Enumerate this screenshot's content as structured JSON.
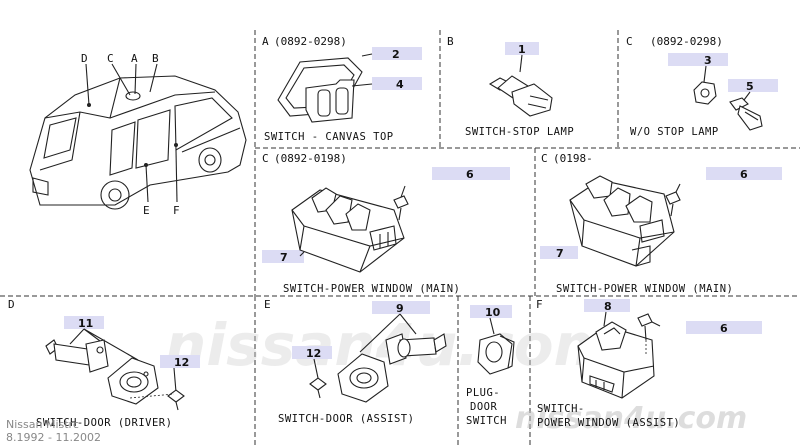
{
  "vehicle_labels": [
    "D",
    "C",
    "A",
    "B",
    "E",
    "F"
  ],
  "sections": {
    "A": {
      "letter": "A",
      "range": "(0892-0298)",
      "caption": "SWITCH - CANVAS TOP",
      "parts": [
        "2",
        "4"
      ]
    },
    "B": {
      "letter": "B",
      "caption": "SWITCH-STOP LAMP",
      "parts": [
        "1"
      ]
    },
    "C1": {
      "letter": "C",
      "range": "(0892-0298)",
      "caption": "W/O STOP LAMP",
      "parts": [
        "3",
        "5"
      ]
    },
    "C2": {
      "letter": "C",
      "range": "(0892-0198)",
      "caption": "SWITCH-POWER WINDOW (MAIN)",
      "parts": [
        "6",
        "7"
      ]
    },
    "C3": {
      "letter": "C",
      "range": "(0198-",
      "caption": "SWITCH-POWER WINDOW (MAIN)",
      "parts": [
        "6",
        "7"
      ]
    },
    "D": {
      "letter": "D",
      "caption": "SWITCH-DOOR (DRIVER)",
      "parts": [
        "11",
        "12"
      ]
    },
    "E": {
      "letter": "E",
      "caption": "SWITCH-DOOR (ASSIST)",
      "parts": [
        "9",
        "12"
      ]
    },
    "PLUG": {
      "caption_lines": [
        "PLUG-",
        "DOOR",
        "SWITCH"
      ],
      "parts": [
        "10"
      ]
    },
    "F": {
      "letter": "F",
      "caption_lines": [
        "SWITCH-",
        "POWER WINDOW (ASSIST)"
      ],
      "parts": [
        "8",
        "6"
      ]
    }
  },
  "watermark": {
    "main": "nissan4u.com",
    "corner": "nissan4u.com"
  },
  "footer": {
    "brand": "Nissan Mistrc",
    "dates": "8.1992 - 11.2002"
  },
  "colors": {
    "tag": "#dcdcf4",
    "line": "#222222",
    "watermark": "#c9c9c9"
  }
}
